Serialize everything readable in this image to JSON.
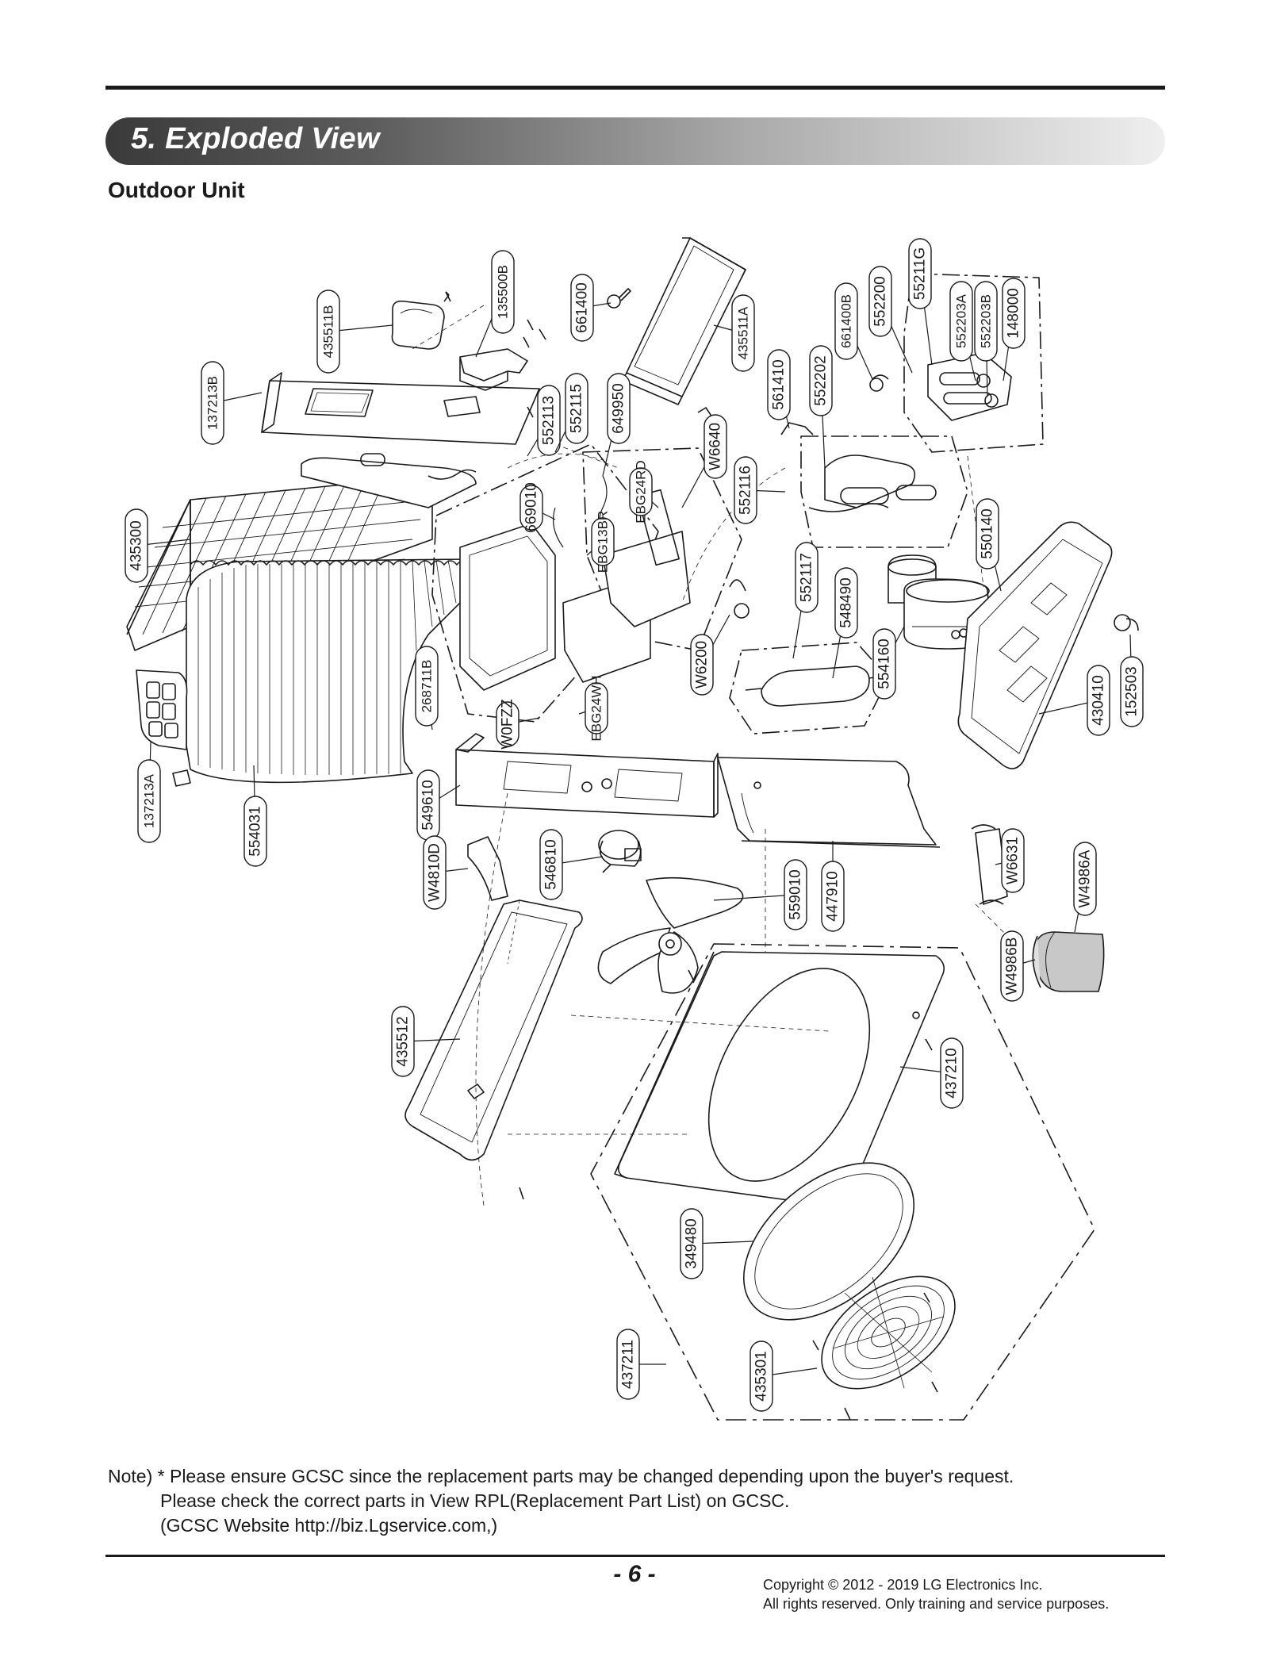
{
  "section": {
    "title": "5. Exploded View"
  },
  "subtitle": "Outdoor Unit",
  "parts": [
    {
      "id": "137213B"
    },
    {
      "id": "435511B"
    },
    {
      "id": "135500B"
    },
    {
      "id": "661400"
    },
    {
      "id": "435511A"
    },
    {
      "id": "552113"
    },
    {
      "id": "552115"
    },
    {
      "id": "649950"
    },
    {
      "id": "W6640"
    },
    {
      "id": "561410"
    },
    {
      "id": "552202"
    },
    {
      "id": "661400B"
    },
    {
      "id": "552200"
    },
    {
      "id": "55211G"
    },
    {
      "id": "552203A"
    },
    {
      "id": "552203B"
    },
    {
      "id": "148000"
    },
    {
      "id": "435300"
    },
    {
      "id": "669010"
    },
    {
      "id": "EBG24RD"
    },
    {
      "id": "EBG13BR"
    },
    {
      "id": "552116"
    },
    {
      "id": "550140"
    },
    {
      "id": "552117"
    },
    {
      "id": "548490"
    },
    {
      "id": "554160"
    },
    {
      "id": "W6200"
    },
    {
      "id": "268711B"
    },
    {
      "id": "W0FZZ"
    },
    {
      "id": "EBG24WH"
    },
    {
      "id": "430410"
    },
    {
      "id": "152503"
    },
    {
      "id": "137213A"
    },
    {
      "id": "554031"
    },
    {
      "id": "549610"
    },
    {
      "id": "W4810D"
    },
    {
      "id": "546810"
    },
    {
      "id": "559010"
    },
    {
      "id": "447910"
    },
    {
      "id": "W6631"
    },
    {
      "id": "W4986A"
    },
    {
      "id": "W4986B"
    },
    {
      "id": "435512"
    },
    {
      "id": "437210"
    },
    {
      "id": "349480"
    },
    {
      "id": "437211"
    },
    {
      "id": "435301"
    }
  ],
  "note": {
    "line1": "Note) * Please ensure GCSC since the replacement parts may be changed depending upon the buyer's request.",
    "line2": "Please check  the correct parts in View RPL(Replacement Part List) on GCSC.",
    "line3": "(GCSC Website  http://biz.Lgservice.com,)"
  },
  "footer": {
    "page": "- 6 -",
    "copyright1": "Copyright © 2012 - 2019 LG Electronics Inc.",
    "copyright2": "All rights reserved. Only training and service purposes."
  }
}
